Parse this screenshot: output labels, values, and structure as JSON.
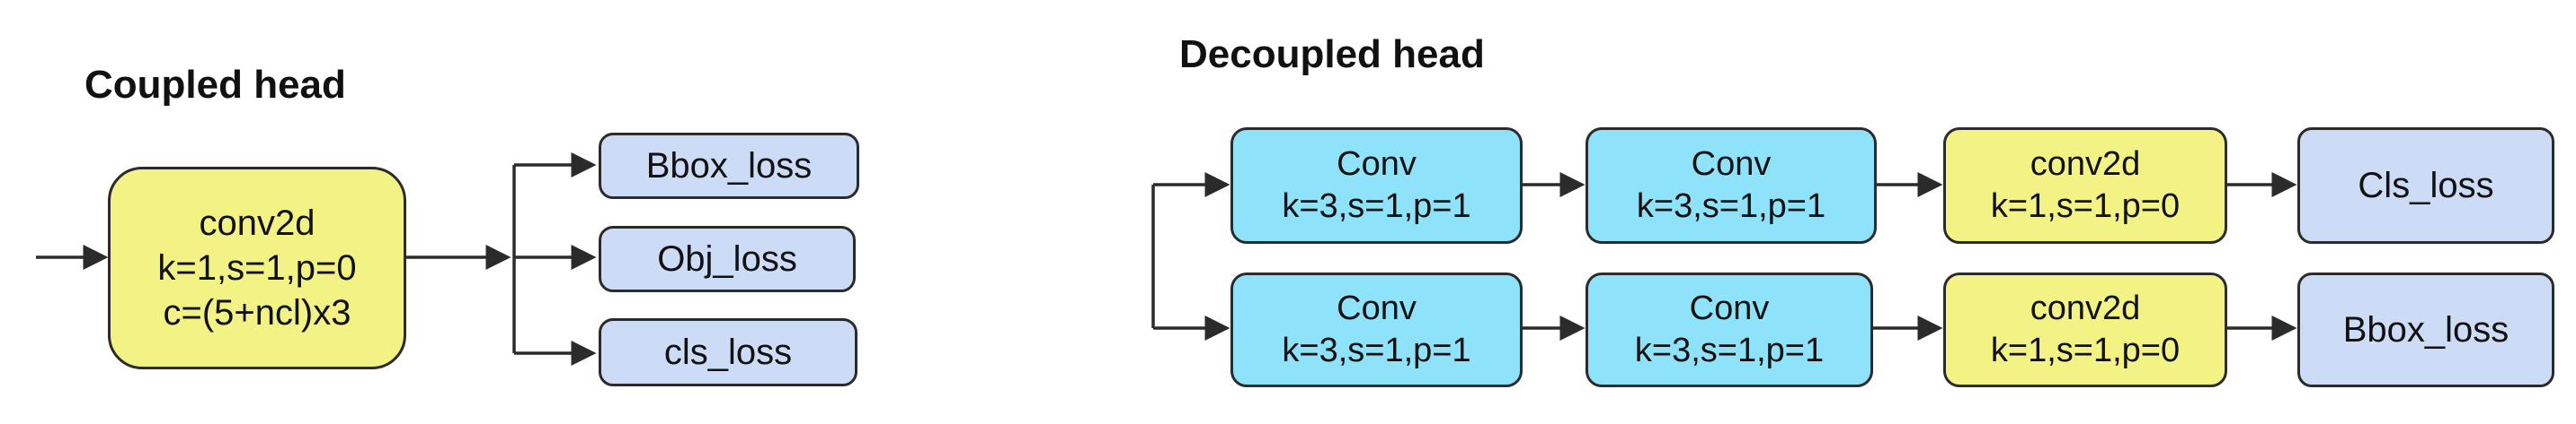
{
  "coupled": {
    "title": "Coupled head",
    "conv": {
      "line1": "conv2d",
      "line2": "k=1,s=1,p=0",
      "line3": "c=(5+ncl)x3"
    },
    "outputs": [
      "Bbox_loss",
      "Obj_loss",
      "cls_loss"
    ]
  },
  "decoupled": {
    "title": "Decoupled head",
    "branches": [
      {
        "nodes": [
          {
            "line1": "Conv",
            "line2": "k=3,s=1,p=1"
          },
          {
            "line1": "Conv",
            "line2": "k=3,s=1,p=1"
          },
          {
            "line1": "conv2d",
            "line2": "k=1,s=1,p=0"
          }
        ],
        "loss": "Cls_loss"
      },
      {
        "nodes": [
          {
            "line1": "Conv",
            "line2": "k=3,s=1,p=1"
          },
          {
            "line1": "Conv",
            "line2": "k=3,s=1,p=1"
          },
          {
            "line1": "conv2d",
            "line2": "k=1,s=1,p=0"
          }
        ],
        "loss": "Bbox_loss"
      }
    ]
  },
  "colors": {
    "conv2d": "#f2f285",
    "conv": "#8ee2fa",
    "loss": "#cddcf6",
    "line": "#2b2b2b"
  }
}
